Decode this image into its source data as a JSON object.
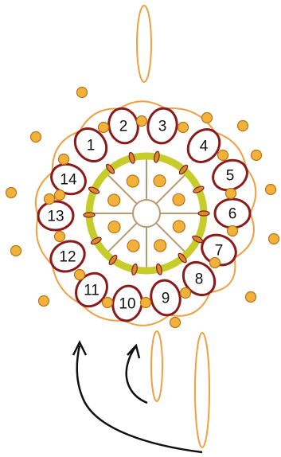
{
  "diagram": {
    "ring_labels": [
      "1",
      "2",
      "3",
      "4",
      "5",
      "6",
      "7",
      "8",
      "9",
      "10",
      "11",
      "12",
      "13",
      "14"
    ],
    "colors": {
      "thread_orange": "#f0a040",
      "ring_outline": "#8b1a1a",
      "inner_ring": "#c6cc2a",
      "bead_fill": "#f2b23a",
      "bead_stroke": "#b8731a",
      "spoke": "#b89a70",
      "arrow": "#111111",
      "label": "#111111"
    },
    "icons": [
      "bead-icon",
      "curved-arrow-icon"
    ]
  }
}
